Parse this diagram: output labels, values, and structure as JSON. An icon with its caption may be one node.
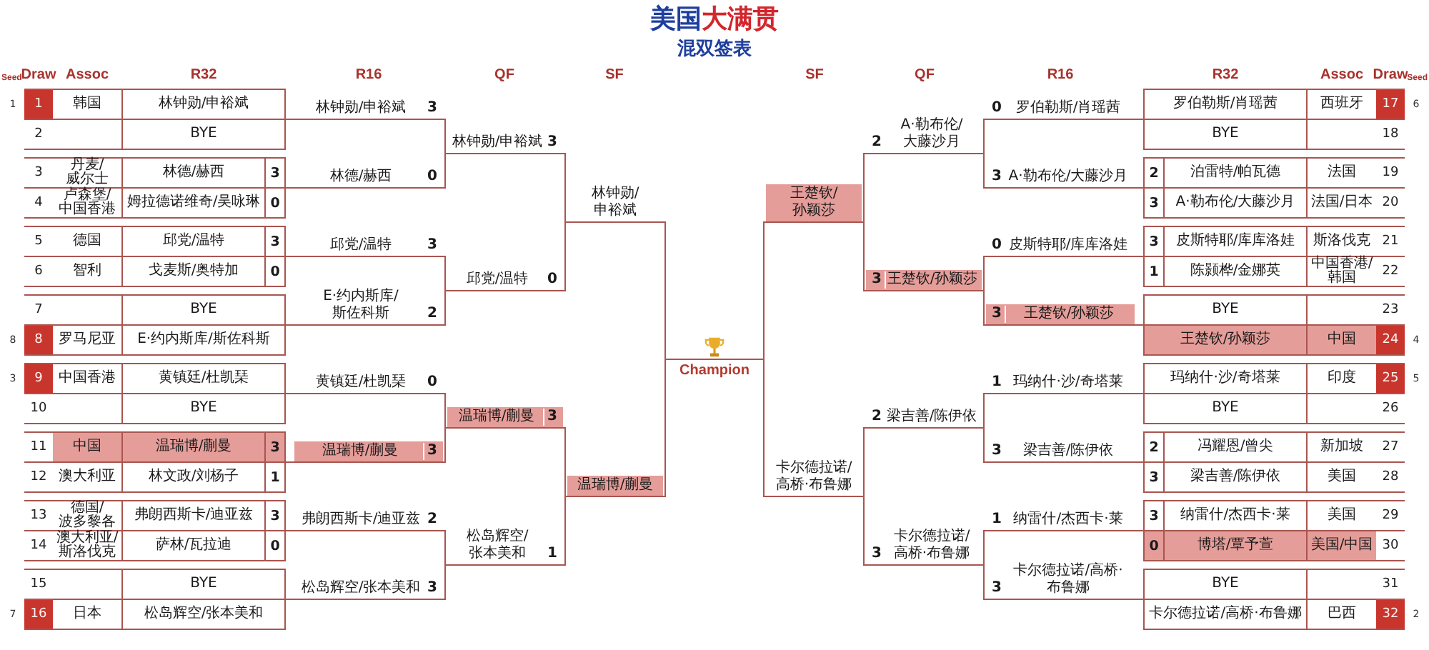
{
  "diagram": {
    "title": "美国大满贯",
    "nodes": [
      {
        "text": [
          "1",
          "韩国",
          "林钟勋/申裕斌"
        ],
        "beside": [
          "1"
        ]
      },
      {
        "text": [
          "2",
          "BYE"
        ]
      },
      {
        "text": [
          "3",
          "丹麦/威尔士",
          "林德/赫西",
          "3"
        ]
      },
      {
        "text": [
          "4",
          "卢森堡/中国香港",
          "姆拉德诺维奇/吴咏琳",
          "0"
        ]
      },
      {
        "text": [
          "5",
          "德国",
          "邱党/温特",
          "3"
        ]
      },
      {
        "text": [
          "6",
          "智利",
          "戈麦斯/奥特加",
          "0"
        ]
      },
      {
        "text": [
          "7",
          "BYE"
        ]
      },
      {
        "text": [
          "8",
          "罗马尼亚",
          "E·约内斯库/斯佐科斯"
        ],
        "beside": [
          "8"
        ]
      },
      {
        "text": [
          "9",
          "中国香港",
          "黄镇廷/杜凯琹"
        ],
        "beside": [
          "3"
        ]
      },
      {
        "text": [
          "10",
          "BYE"
        ]
      },
      {
        "text": [
          "11",
          "中国",
          "温瑞博/蒯曼",
          "3"
        ]
      },
      {
        "text": [
          "12",
          "澳大利亚",
          "林文政/刘杨子",
          "1"
        ]
      },
      {
        "text": [
          "13",
          "德国/波多黎各",
          "弗朗西斯卡/迪亚兹",
          "3"
        ]
      },
      {
        "text": [
          "14",
          "澳大利亚/斯洛伐克",
          "萨林/瓦拉迪",
          "0"
        ]
      },
      {
        "text": [
          "15",
          "BYE"
        ]
      },
      {
        "text": [
          "16",
          "日本",
          "松岛辉空/张本美和"
        ],
        "beside": [
          "7"
        ]
      },
      {
        "text": [
          "林钟勋/申裕斌",
          "3"
        ]
      },
      {
        "text": [
          "林德/赫西",
          "0"
        ]
      },
      {
        "text": [
          "邱党/温特",
          "3"
        ]
      },
      {
        "text": [
          "E·约内斯库/斯佐科斯",
          "2"
        ]
      },
      {
        "text": [
          "黄镇廷/杜凯琹",
          "0"
        ]
      },
      {
        "text": [
          "温瑞博/蒯曼",
          "3"
        ]
      },
      {
        "text": [
          "弗朗西斯卡/迪亚兹",
          "2"
        ]
      },
      {
        "text": [
          "松岛辉空/张本美和",
          "3"
        ]
      },
      {
        "text": [
          "林钟勋/申裕斌",
          "3"
        ]
      },
      {
        "text": [
          "邱党/温特",
          "0"
        ]
      },
      {
        "text": [
          "温瑞博/蒯曼",
          "3"
        ]
      },
      {
        "text": [
          "松岛辉空/张本美和",
          "1"
        ]
      },
      {
        "text": [
          "林钟勋/申裕斌"
        ]
      },
      {
        "text": [
          "温瑞博/蒯曼"
        ]
      },
      {
        "text": [
          "Champion"
        ]
      },
      {
        "text": [
          "王楚钦/孙颖莎"
        ]
      },
      {
        "text": [
          "卡尔德拉诺/高桥·布鲁娜"
        ]
      },
      {
        "text": [
          "2",
          "A·勒布伦/大藤沙月"
        ]
      },
      {
        "text": [
          "3",
          "王楚钦/孙颖莎"
        ]
      },
      {
        "text": [
          "2",
          "梁吉善/陈伊依"
        ]
      },
      {
        "text": [
          "3",
          "卡尔德拉诺/高桥·布鲁娜"
        ]
      },
      {
        "text": [
          "0",
          "罗伯勒斯/肖瑶茜"
        ]
      },
      {
        "text": [
          "3",
          "A·勒布伦/大藤沙月"
        ]
      },
      {
        "text": [
          "0",
          "皮斯特耶/库库洛娃"
        ]
      },
      {
        "text": [
          "3",
          "王楚钦/孙颖莎"
        ]
      },
      {
        "text": [
          "1",
          "玛纳什·沙/奇塔莱"
        ]
      },
      {
        "text": [
          "3",
          "梁吉善/陈伊依"
        ]
      },
      {
        "text": [
          "1",
          "纳雷什/杰西卡·莱"
        ]
      },
      {
        "text": [
          "3",
          "卡尔德拉诺/高桥·布鲁娜"
        ]
      },
      {
        "text": [
          "罗伯勒斯/肖瑶茜",
          "西班牙",
          "17"
        ],
        "beside": [
          "6"
        ]
      },
      {
        "text": [
          "BYE",
          "18"
        ]
      },
      {
        "text": [
          "2",
          "泊雷特/帕瓦德",
          "法国",
          "19"
        ]
      },
      {
        "text": [
          "3",
          "A·勒布伦/大藤沙月",
          "法国/日本",
          "20"
        ]
      },
      {
        "text": [
          "3",
          "皮斯特耶/库库洛娃",
          "斯洛伐克",
          "21"
        ]
      },
      {
        "text": [
          "1",
          "陈颢桦/金娜英",
          "中国香港/韩国",
          "22"
        ]
      },
      {
        "text": [
          "BYE",
          "23"
        ]
      },
      {
        "text": [
          "王楚钦/孙颖莎",
          "中国",
          "24"
        ],
        "beside": [
          "4"
        ]
      },
      {
        "text": [
          "玛纳什·沙/奇塔莱",
          "印度",
          "25"
        ],
        "beside": [
          "5"
        ]
      },
      {
        "text": [
          "BYE",
          "26"
        ]
      },
      {
        "text": [
          "2",
          "冯耀恩/曾尖",
          "新加坡",
          "27"
        ]
      },
      {
        "text": [
          "3",
          "梁吉善/陈伊依",
          "美国",
          "28"
        ]
      },
      {
        "text": [
          "3",
          "纳雷什/杰西卡·莱",
          "美国",
          "29"
        ]
      },
      {
        "text": [
          "0",
          "博塔/覃予萱",
          "美国/中国",
          "30"
        ]
      },
      {
        "text": [
          "BYE",
          "31"
        ]
      },
      {
        "text": [
          "卡尔德拉诺/高桥·布鲁娜",
          "巴西",
          "32"
        ],
        "beside": [
          "2"
        ]
      }
    ],
    "edges": [
      {
        "from": 0,
        "to": 16,
        "arrow": "none"
      },
      {
        "from": 1,
        "to": 16,
        "arrow": "none"
      },
      {
        "from": 2,
        "to": 17,
        "arrow": "none"
      },
      {
        "from": 3,
        "to": 17,
        "arrow": "none"
      },
      {
        "from": 4,
        "to": 18,
        "arrow": "none"
      },
      {
        "from": 5,
        "to": 18,
        "arrow": "none"
      },
      {
        "from": 6,
        "to": 19,
        "arrow": "none"
      },
      {
        "from": 7,
        "to": 19,
        "arrow": "none"
      },
      {
        "from": 8,
        "to": 20,
        "arrow": "none"
      },
      {
        "from": 9,
        "to": 20,
        "arrow": "none"
      },
      {
        "from": 10,
        "to": 21,
        "arrow": "none"
      },
      {
        "from": 11,
        "to": 21,
        "arrow": "none"
      },
      {
        "from": 12,
        "to": 22,
        "arrow": "none"
      },
      {
        "from": 13,
        "to": 22,
        "arrow": "none"
      },
      {
        "from": 14,
        "to": 23,
        "arrow": "none"
      },
      {
        "from": 15,
        "to": 23,
        "arrow": "none"
      },
      {
        "from": 16,
        "to": 24,
        "arrow": "none"
      },
      {
        "from": 17,
        "to": 24,
        "arrow": "none"
      },
      {
        "from": 18,
        "to": 25,
        "arrow": "none"
      },
      {
        "from": 19,
        "to": 25,
        "arrow": "none"
      },
      {
        "from": 20,
        "to": 26,
        "arrow": "none"
      },
      {
        "from": 21,
        "to": 26,
        "arrow": "none"
      },
      {
        "from": 22,
        "to": 27,
        "arrow": "none"
      },
      {
        "from": 23,
        "to": 27,
        "arrow": "none"
      },
      {
        "from": 24,
        "to": 28,
        "arrow": "none"
      },
      {
        "from": 25,
        "to": 28,
        "arrow": "none"
      },
      {
        "from": 26,
        "to": 29,
        "arrow": "none"
      },
      {
        "from": 27,
        "to": 29,
        "arrow": "none"
      },
      {
        "from": 28,
        "to": 30,
        "arrow": "none"
      },
      {
        "from": 29,
        "to": 30,
        "arrow": "none"
      },
      {
        "from": 31,
        "to": 30,
        "arrow": "none"
      },
      {
        "from": 32,
        "to": 30,
        "arrow": "none"
      },
      {
        "from": 33,
        "to": 31,
        "arrow": "none"
      },
      {
        "from": 34,
        "to": 31,
        "arrow": "none"
      },
      {
        "from": 35,
        "to": 32,
        "arrow": "none"
      },
      {
        "from": 36,
        "to": 32,
        "arrow": "none"
      },
      {
        "from": 37,
        "to": 33,
        "arrow": "none"
      },
      {
        "from": 38,
        "to": 33,
        "arrow": "none"
      },
      {
        "from": 39,
        "to": 34,
        "arrow": "none"
      },
      {
        "from": 40,
        "to": 34,
        "arrow": "none"
      },
      {
        "from": 41,
        "to": 35,
        "arrow": "none"
      },
      {
        "from": 42,
        "to": 35,
        "arrow": "none"
      },
      {
        "from": 43,
        "to": 36,
        "arrow": "none"
      },
      {
        "from": 44,
        "to": 36,
        "arrow": "none"
      },
      {
        "from": 45,
        "to": 37,
        "arrow": "none"
      },
      {
        "from": 46,
        "to": 37,
        "arrow": "none"
      },
      {
        "from": 47,
        "to": 38,
        "arrow": "none"
      },
      {
        "from": 48,
        "to": 38,
        "arrow": "none"
      },
      {
        "from": 49,
        "to": 39,
        "arrow": "none"
      },
      {
        "from": 50,
        "to": 39,
        "arrow": "none"
      },
      {
        "from": 51,
        "to": 40,
        "arrow": "none"
      },
      {
        "from": 52,
        "to": 40,
        "arrow": "none"
      },
      {
        "from": 53,
        "to": 41,
        "arrow": "none"
      },
      {
        "from": 54,
        "to": 41,
        "arrow": "none"
      },
      {
        "from": 55,
        "to": 42,
        "arrow": "none"
      },
      {
        "from": 56,
        "to": 42,
        "arrow": "none"
      },
      {
        "from": 57,
        "to": 43,
        "arrow": "none"
      },
      {
        "from": 58,
        "to": 43,
        "arrow": "none"
      },
      {
        "from": 59,
        "to": 44,
        "arrow": "none"
      },
      {
        "from": 60,
        "to": 44,
        "arrow": "none"
      }
    ],
    "labels": [
      "混双签表",
      "Seed",
      "Draw",
      "Assoc",
      "R32",
      "R16",
      "QF",
      "SF",
      "SF",
      "QF",
      "R16",
      "R32",
      "Assoc",
      "Draw",
      "Seed"
    ]
  }
}
